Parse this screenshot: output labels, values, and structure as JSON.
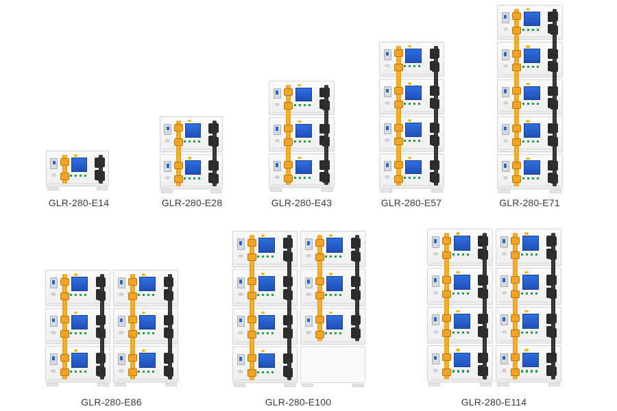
{
  "colors": {
    "background": "#ffffff",
    "module_body": "#f2f2f2",
    "screen": "#2a5fd0",
    "cable_positive": "#f0a528",
    "cable_negative": "#2a2a2a",
    "label_text": "#3a3a3a"
  },
  "configs": [
    {
      "id": "e14",
      "label": "GLR-280-E14",
      "columns": 1,
      "modules_per_column": 1
    },
    {
      "id": "e28",
      "label": "GLR-280-E28",
      "columns": 1,
      "modules_per_column": 2
    },
    {
      "id": "e43",
      "label": "GLR-280-E43",
      "columns": 1,
      "modules_per_column": 3
    },
    {
      "id": "e57",
      "label": "GLR-280-E57",
      "columns": 1,
      "modules_per_column": 4
    },
    {
      "id": "e71",
      "label": "GLR-280-E71",
      "columns": 1,
      "modules_per_column": 5
    },
    {
      "id": "e86",
      "label": "GLR-280-E86",
      "columns": 2,
      "modules_per_column": 3
    },
    {
      "id": "e100",
      "label": "GLR-280-E100",
      "columns": 2,
      "modules_per_column": 4,
      "empty_slot": "column-2-bottom"
    },
    {
      "id": "e114",
      "label": "GLR-280-E114",
      "columns": 2,
      "modules_per_column": 4
    }
  ]
}
